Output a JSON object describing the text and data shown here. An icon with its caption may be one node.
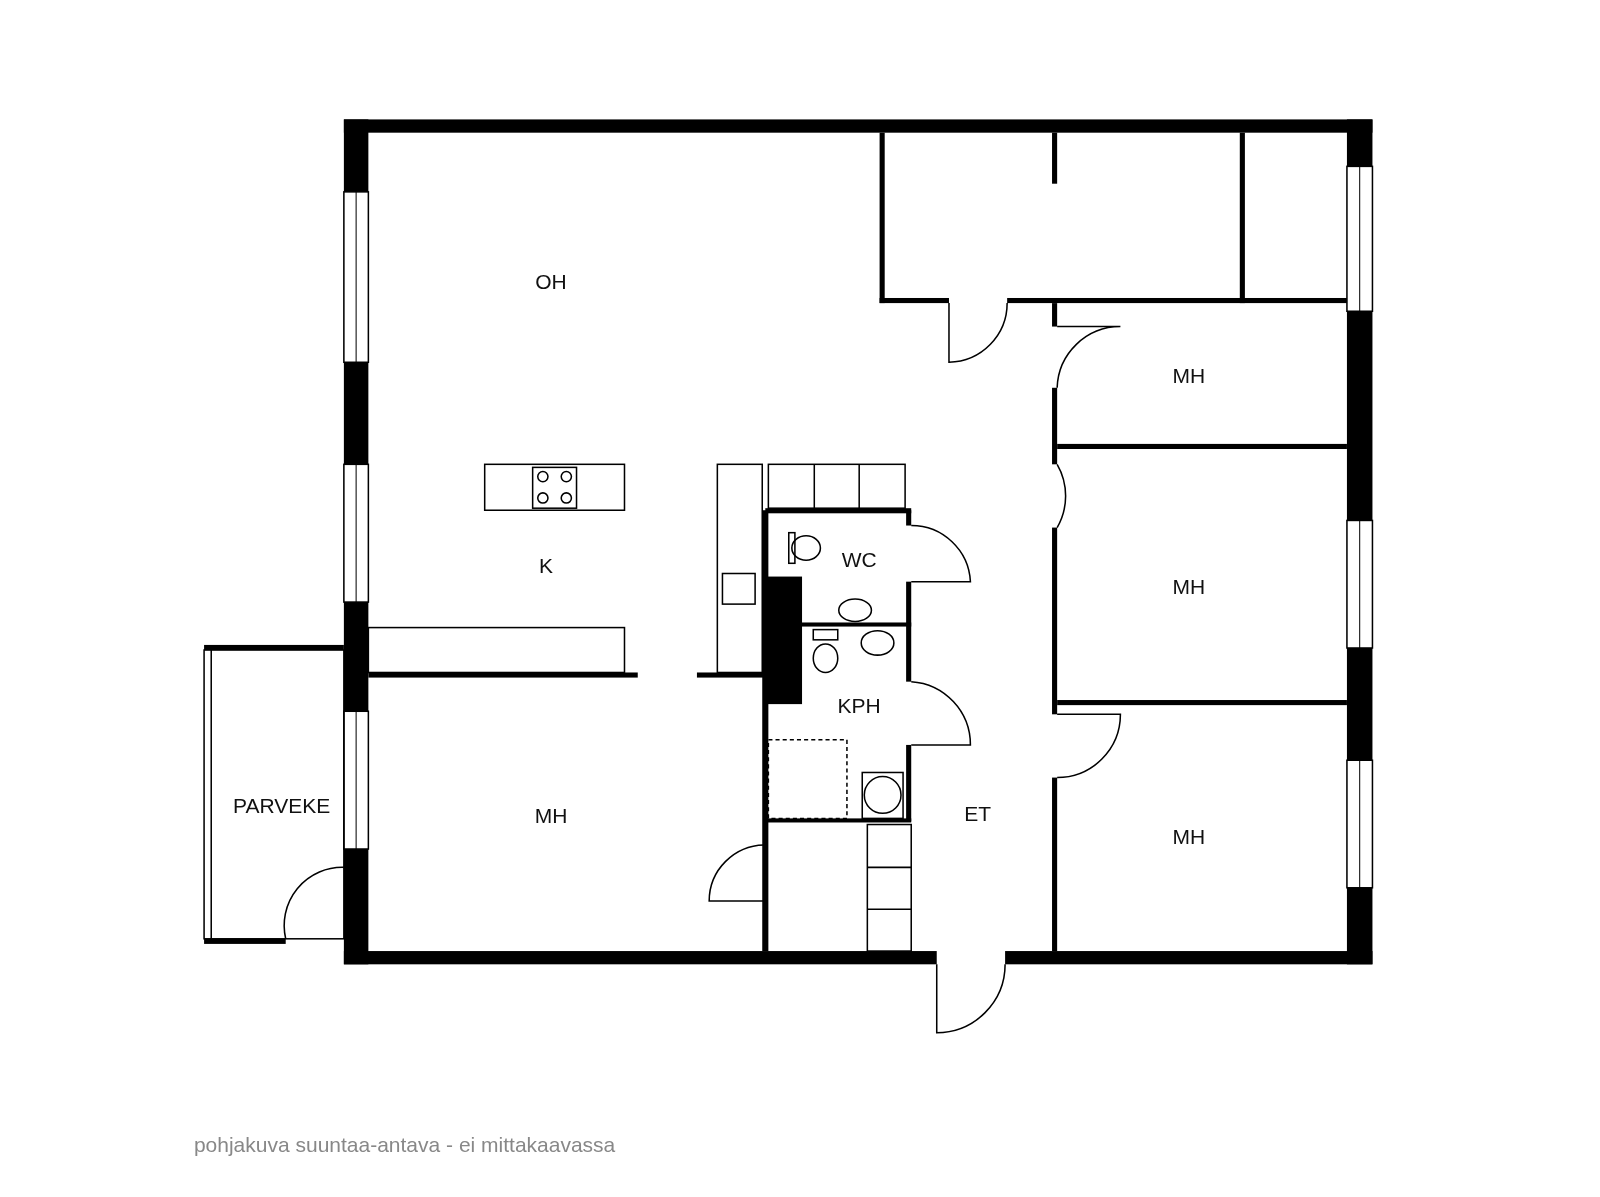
{
  "diagram": {
    "caption": "pohjakuva suuntaa-antava - ei mittakaavassa",
    "labels": [
      "OH",
      "MH",
      "MH",
      "K",
      "WC",
      "KPH",
      "MH",
      "ET",
      "PARVEKE",
      "MH"
    ]
  }
}
